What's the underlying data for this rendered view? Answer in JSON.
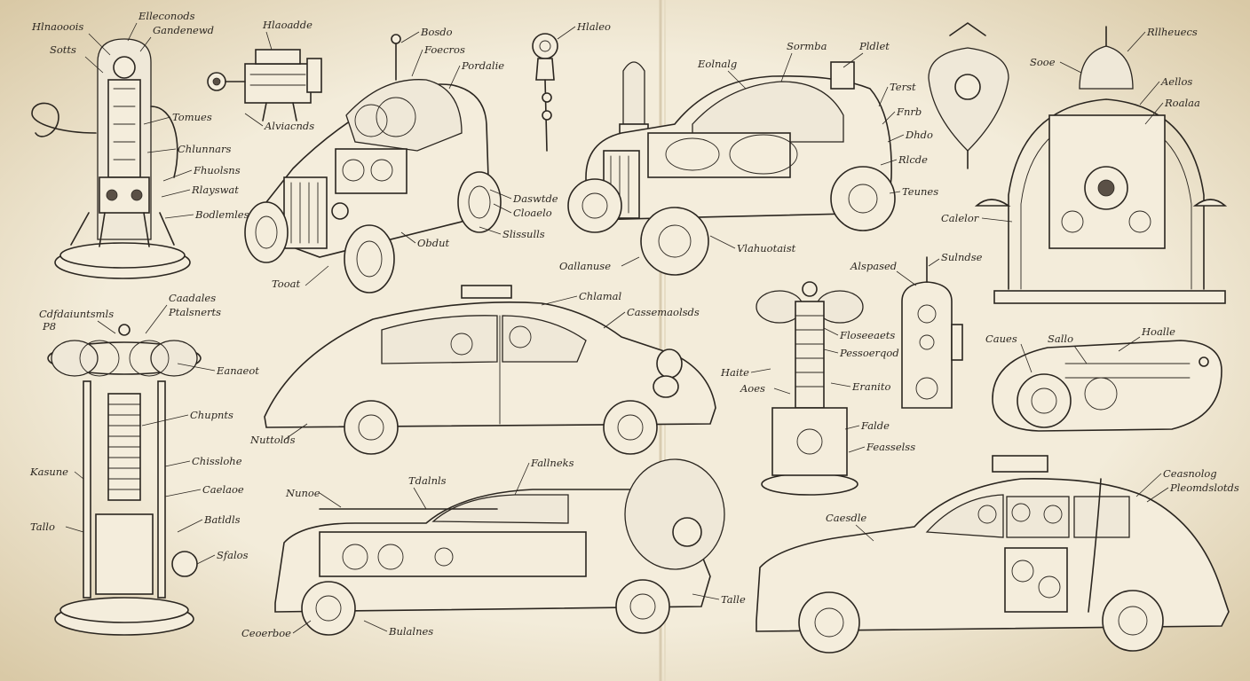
{
  "colors": {
    "paper": "#efe6d2",
    "ink": "#2b2620",
    "crease": "#d8cbb0"
  },
  "labels": {
    "tesla_coil_top": [
      "Hlnaooois",
      "Elleconods",
      "Gandenewd",
      "Sotts",
      "Tomues",
      "Chlunnars",
      "Fhuolsns",
      "Rlayswat",
      "Bodlemles"
    ],
    "camera_device": [
      "Hlaoadde",
      "Alviacnds"
    ],
    "round_car": [
      "Bosdo",
      "Foecros",
      "Pordalie",
      "Daswtde",
      "Cloaelo",
      "Slissulls",
      "Obdut",
      "Tooat"
    ],
    "lamp_device": [
      "Hlaleo"
    ],
    "engine_car": [
      "Eolnalg",
      "Sormba",
      "Pldlet",
      "Terst",
      "Fnrb",
      "Dhdo",
      "Rlcde",
      "Teunes",
      "Oallanuse",
      "Vlahuotaist"
    ],
    "balloon": [],
    "engine_stand": [
      "Rllheuecs",
      "Sooe",
      "Aellos",
      "Roalaa",
      "Calelor"
    ],
    "tesla_coil_low": [
      "Cdfdaiuntsmls",
      "P8",
      "Caadales",
      "Ptalsnerts",
      "Eanaeot",
      "Chupnts",
      "Chisslohe",
      "Caelaoe",
      "Batldls",
      "Sfalos",
      "Kasune",
      "Tallo"
    ],
    "sedan": [
      "Chlamal",
      "Cassemaolsds",
      "Nuttolds"
    ],
    "mini_coil": [
      "Haite",
      "Aoes",
      "Floseeaets",
      "Pessoerqod",
      "Eranito",
      "Falde",
      "Feasselss"
    ],
    "meter": [
      "Alspased",
      "Sulndse"
    ],
    "capsule": [
      "Caues",
      "Sallo",
      "Hoalle"
    ],
    "long_car": [
      "Fallneks",
      "Tdalnls",
      "Nunoe",
      "Ceoerboe",
      "Bulalnes",
      "Talle"
    ],
    "taxi": [
      "Ceasnolog",
      "Pleomdslotds",
      "Caesdle"
    ]
  }
}
